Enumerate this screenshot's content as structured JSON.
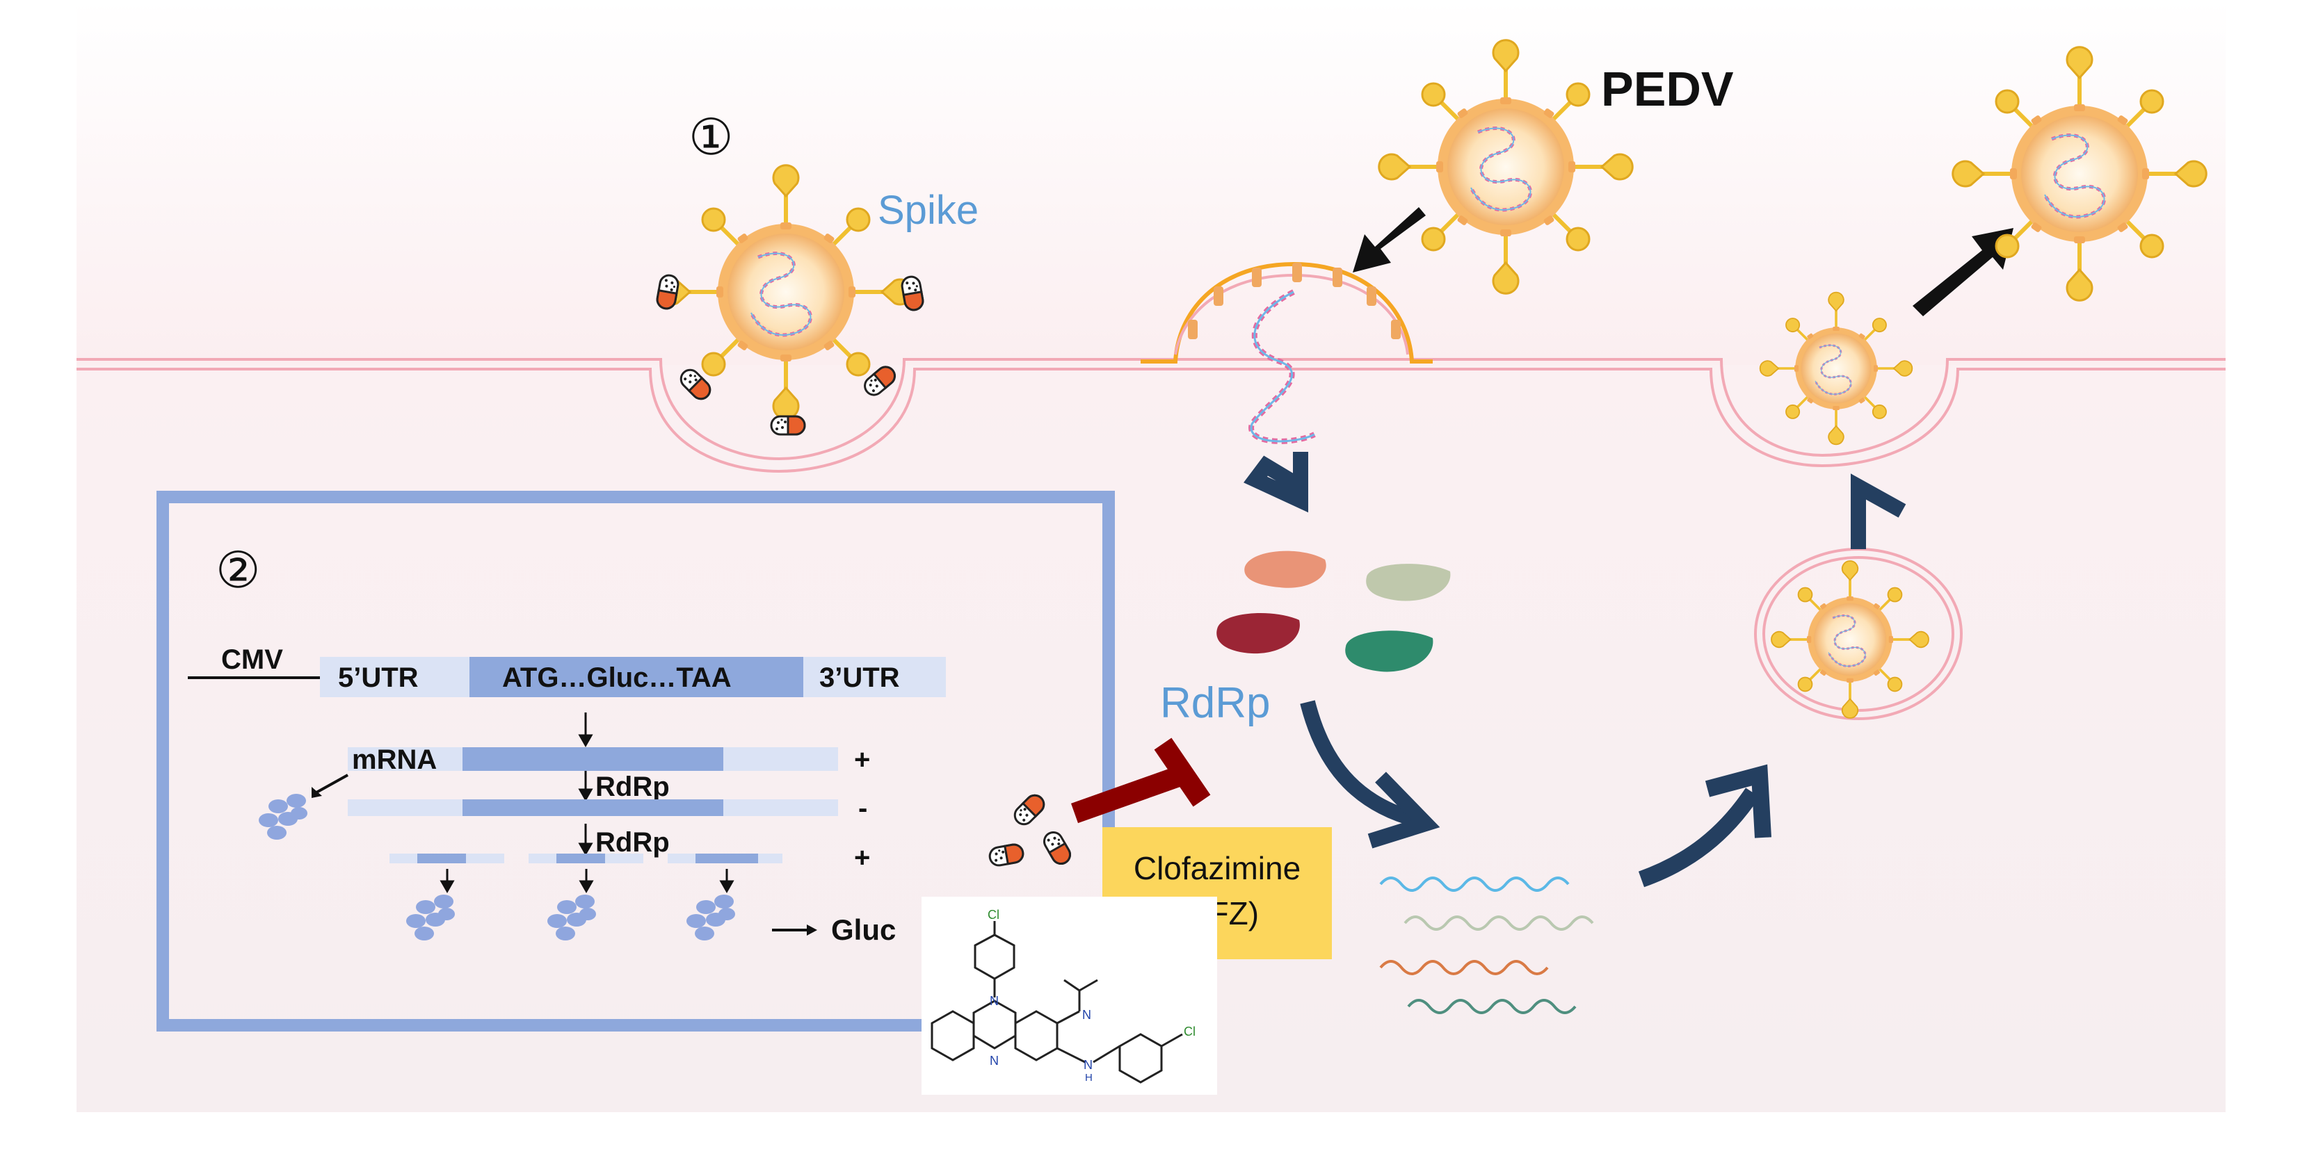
{
  "labels": {
    "step1": "①",
    "step2": "②",
    "pedv": "PEDV",
    "spike": "Spike",
    "rdrp_main": "RdRp",
    "clofazimine_line1": "Clofazimine",
    "clofazimine_line2": "(CFZ)"
  },
  "construct": {
    "cmv": "CMV",
    "utr5": "5’UTR",
    "orf": "ATG…Gluc…TAA",
    "utr3": "3’UTR",
    "mrna": "mRNA",
    "rdrp1": "RdRp",
    "rdrp2": "RdRp",
    "sign_plus1": "+",
    "sign_minus": "-",
    "sign_plus2": "+",
    "gluc": "Gluc"
  },
  "structure_labels": {
    "chlorine_top": "Cl",
    "chlorine_right": "Cl",
    "nitrogen_top": "N",
    "nitrogen_bottom": "N",
    "nitrogen_imine": "N",
    "nitrogen_amine": "N",
    "hydrogen": "H"
  },
  "colors": {
    "cell_membrane": "#f2a9b5",
    "cell_interior": "#f9eef0",
    "box_border": "#8ea8dc",
    "construct_light": "#dbe3f5",
    "construct_dark": "#8ea8dc",
    "spike_text": "#5b9bd5",
    "arrow_dark": "#243f60",
    "inhibitor": "#8b0000",
    "cfz_box": "#fcd65c",
    "virion_yellow": "#f5c842"
  }
}
